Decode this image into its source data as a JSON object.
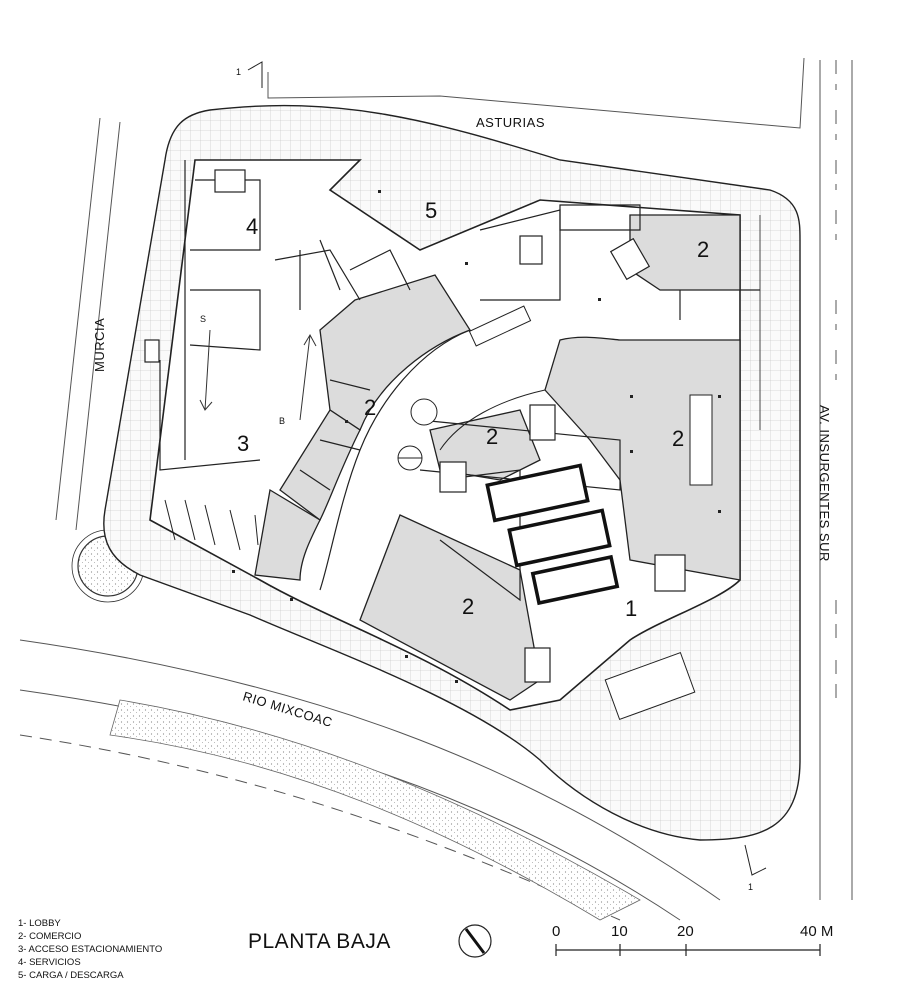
{
  "title": "PLANTA BAJA",
  "streets": {
    "asturias": "ASTURIAS",
    "murcia": "MURCIA",
    "insurgentes": "AV. INSURGENTES SUR",
    "mixcoac": "RIO MIXCOAC"
  },
  "zone_labels": {
    "z1": "1",
    "z2a": "2",
    "z2b": "2",
    "z2c": "2",
    "z2d": "2",
    "z2e": "2",
    "z3": "3",
    "z4": "4",
    "z5": "5"
  },
  "ramp_labels": {
    "s": "S",
    "b": "B"
  },
  "section_marks": {
    "top": "1",
    "bottom": "1"
  },
  "legend": [
    "1- LOBBY",
    "2- COMERCIO",
    "3- ACCESO ESTACIONAMIENTO",
    "4- SERVICIOS",
    "5- CARGA / DESCARGA"
  ],
  "scale": {
    "labels": [
      "0",
      "10",
      "20",
      "40 M"
    ]
  },
  "colors": {
    "shaded": "#dcdcdc",
    "line": "#222222",
    "paving": "#f4f4f4"
  }
}
